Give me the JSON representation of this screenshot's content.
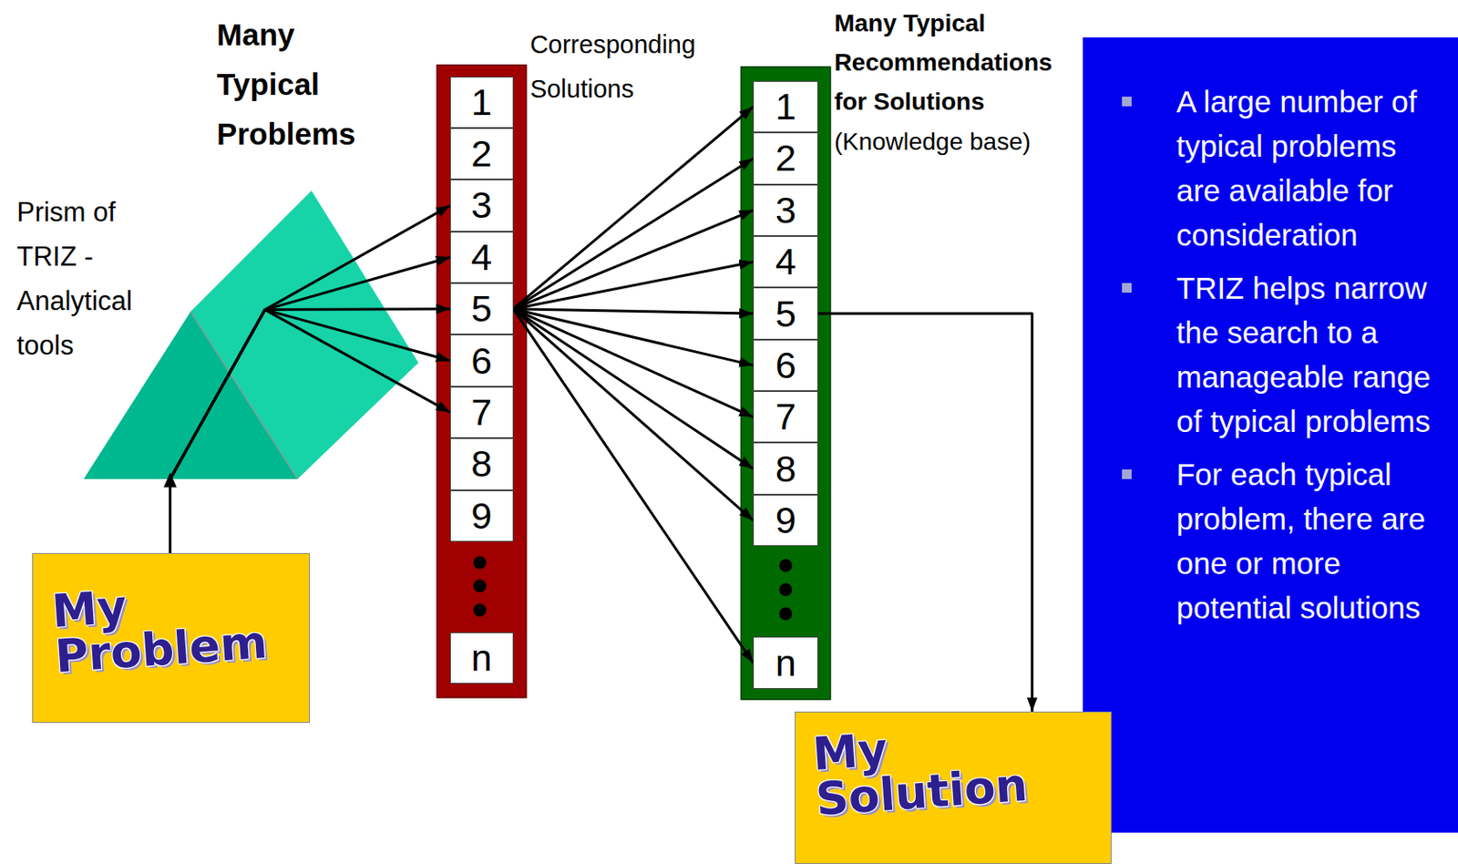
{
  "diagram": {
    "nodes": [
      {
        "text": [
          "My Problem"
        ]
      },
      {
        "text": [
          "Many Typical Problems"
        ]
      },
      {
        "text": [
          "1"
        ],
        "in": 1
      },
      {
        "text": [
          "2"
        ],
        "in": 1
      },
      {
        "text": [
          "3"
        ],
        "in": 1
      },
      {
        "text": [
          "4"
        ],
        "in": 1
      },
      {
        "text": [
          "5"
        ],
        "in": 1
      },
      {
        "text": [
          "6"
        ],
        "in": 1
      },
      {
        "text": [
          "7"
        ],
        "in": 1
      },
      {
        "text": [
          "8"
        ],
        "in": 1
      },
      {
        "text": [
          "9"
        ],
        "in": 1
      },
      {
        "text": [
          "n"
        ],
        "in": 1
      },
      {
        "text": [
          "Many Typical Recommendations for Solutions",
          "(Knowledge base)"
        ]
      },
      {
        "text": [
          "1"
        ],
        "in": 12
      },
      {
        "text": [
          "2"
        ],
        "in": 12
      },
      {
        "text": [
          "3"
        ],
        "in": 12
      },
      {
        "text": [
          "4"
        ],
        "in": 12
      },
      {
        "text": [
          "5"
        ],
        "in": 12
      },
      {
        "text": [
          "6"
        ],
        "in": 12
      },
      {
        "text": [
          "7"
        ],
        "in": 12
      },
      {
        "text": [
          "8"
        ],
        "in": 12
      },
      {
        "text": [
          "9"
        ],
        "in": 12
      },
      {
        "text": [
          "n"
        ],
        "in": 12
      },
      {
        "text": [
          "A large number of typical problems are available for consideration",
          "TRIZ helps narrow the search to a manageable range of typical problems",
          "For each typical problem, there are one or more potential solutions"
        ]
      },
      {
        "text": [
          "My Solution"
        ]
      }
    ],
    "edges": [
      {
        "from": 0,
        "to": 4,
        "arrow": "to"
      },
      {
        "from": 0,
        "to": 5,
        "arrow": "to"
      },
      {
        "from": 0,
        "to": 6,
        "arrow": "to"
      },
      {
        "from": 0,
        "to": 7,
        "arrow": "to"
      },
      {
        "from": 0,
        "to": 8,
        "arrow": "to"
      },
      {
        "from": 6,
        "to": 13,
        "arrow": "to"
      },
      {
        "from": 6,
        "to": 14,
        "arrow": "to"
      },
      {
        "from": 6,
        "to": 15,
        "arrow": "to"
      },
      {
        "from": 6,
        "to": 16,
        "arrow": "to"
      },
      {
        "from": 6,
        "to": 17,
        "arrow": "to"
      },
      {
        "from": 6,
        "to": 18,
        "arrow": "to"
      },
      {
        "from": 6,
        "to": 19,
        "arrow": "to"
      },
      {
        "from": 6,
        "to": 20,
        "arrow": "to"
      },
      {
        "from": 6,
        "to": 21,
        "arrow": "to"
      },
      {
        "from": 6,
        "to": 22,
        "arrow": "to"
      },
      {
        "from": 17,
        "to": 24,
        "arrow": "to"
      }
    ],
    "labels": [
      "Prism of TRIZ - Analytical tools",
      "Corresponding Solutions"
    ]
  }
}
